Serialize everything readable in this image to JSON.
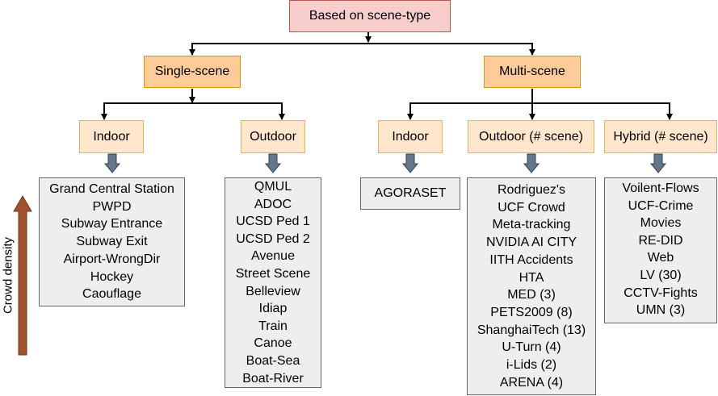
{
  "root": "Based on scene-type",
  "single_scene": {
    "label": "Single-scene",
    "indoor": {
      "label": "Indoor",
      "datasets": [
        "Grand Central Station",
        "PWPD",
        "Subway Entrance",
        "Subway Exit",
        "Airport-WrongDir",
        "Hockey",
        "Caouflage"
      ]
    },
    "outdoor": {
      "label": "Outdoor",
      "datasets": [
        "QMUL",
        "ADOC",
        "UCSD Ped 1",
        "UCSD Ped 2",
        "Avenue",
        "Street Scene",
        "Belleview",
        "Idiap",
        "Train",
        "Canoe",
        "Boat-Sea",
        "Boat-River"
      ]
    }
  },
  "multi_scene": {
    "label": "Multi-scene",
    "indoor": {
      "label": "Indoor",
      "datasets": [
        "AGORASET"
      ]
    },
    "outdoor": {
      "label": "Outdoor (# scene)",
      "datasets": [
        "Rodriguez's",
        "UCF Crowd",
        "Meta-tracking",
        "NVIDIA AI CITY",
        "IITH Accidents",
        "HTA",
        "MED (3)",
        "PETS2009 (8)",
        "ShanghaiTech (13)",
        "U-Turn (4)",
        "i-Lids (2)",
        "ARENA (4)"
      ]
    },
    "hybrid": {
      "label": "Hybrid (# scene)",
      "datasets": [
        "Voilent-Flows",
        "UCF-Crime",
        "Movies",
        "RE-DID",
        "Web",
        "LV (30)",
        "CCTV-Fights",
        "UMN (3)"
      ]
    }
  },
  "axis_label": "Crowd density",
  "colors": {
    "root_fill": "#f8cecc",
    "level1_fill": "#ffcc99",
    "level2_fill": "#ffe6cc",
    "list_fill": "#eeeeee",
    "down_arrow": "#647687",
    "density_arrow": "#a0522d"
  }
}
